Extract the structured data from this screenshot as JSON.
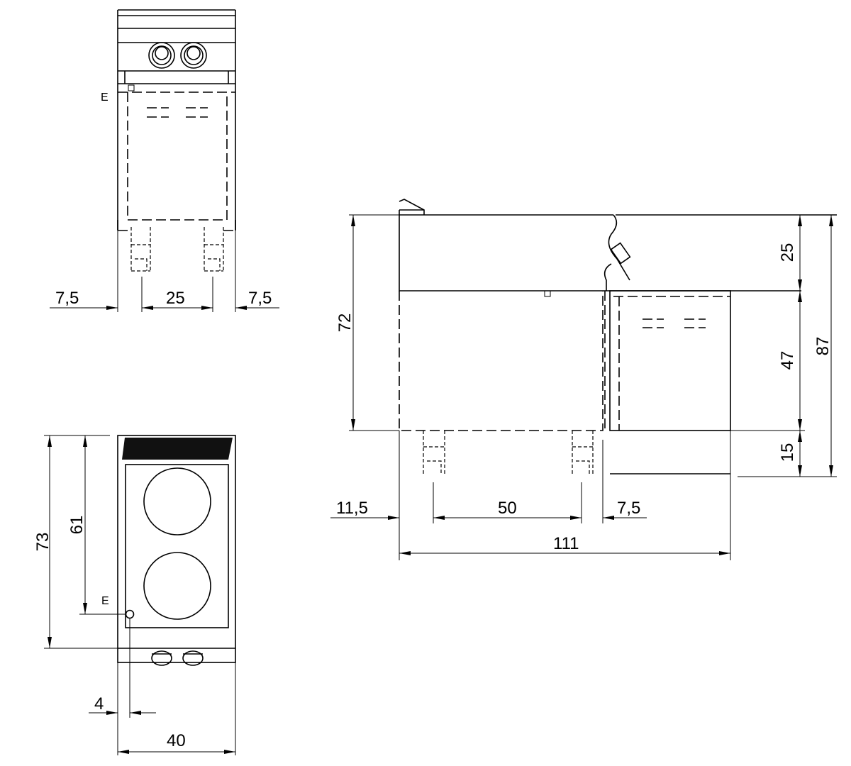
{
  "front_view": {
    "marker_label": "E",
    "dims": {
      "left_offset": "7,5",
      "foot_spacing": "25",
      "right_offset": "7,5"
    }
  },
  "top_view": {
    "marker_label": "E",
    "dims": {
      "depth_total": "73",
      "depth_to_connection": "61",
      "connection_offset": "4",
      "width": "40"
    }
  },
  "side_view": {
    "dims": {
      "height_body": "72",
      "panel_height": "25",
      "cabinet_height": "47",
      "foot_height": "15",
      "height_total": "87",
      "rear_offset": "11,5",
      "foot_spacing": "50",
      "front_offset": "7,5",
      "depth_total": "111"
    }
  }
}
